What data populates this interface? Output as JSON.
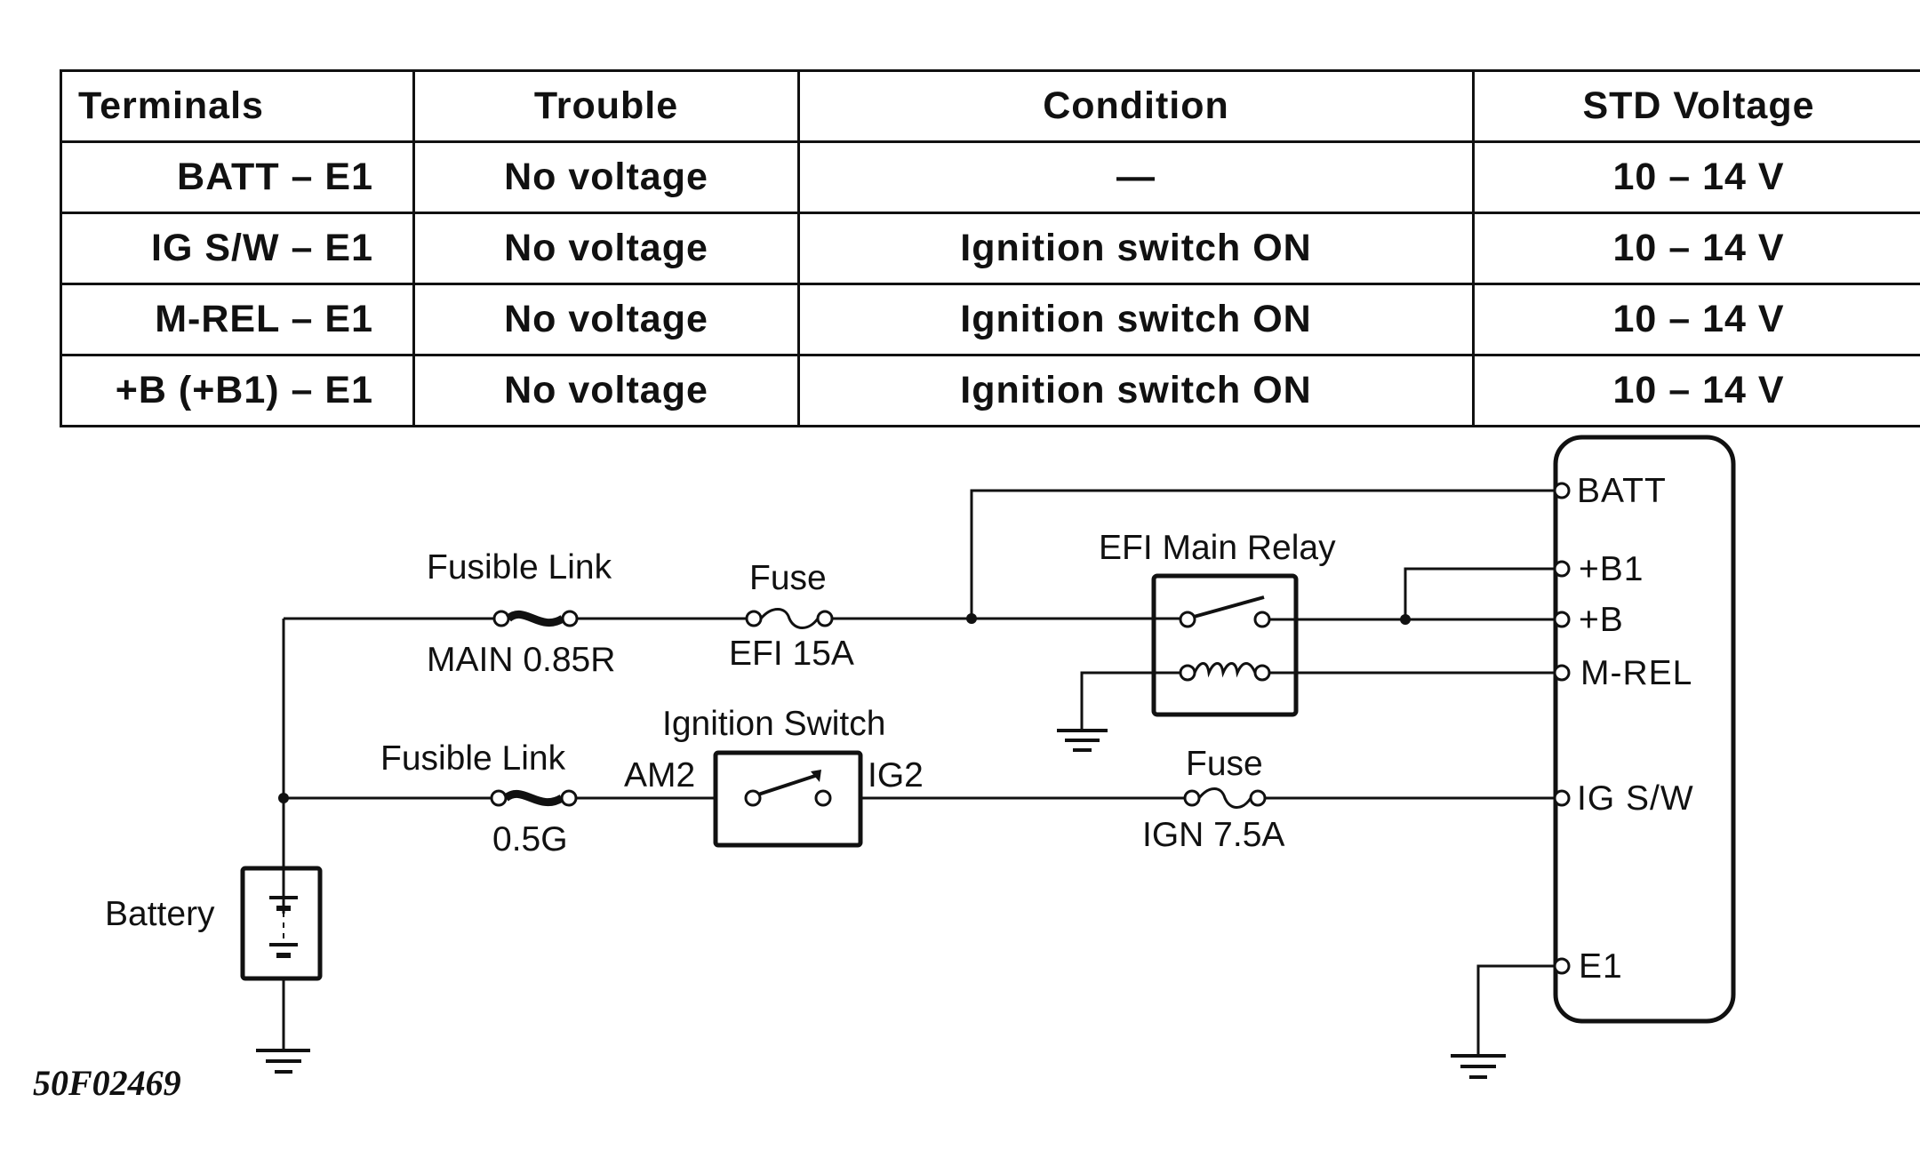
{
  "table": {
    "headers": [
      "Terminals",
      "Trouble",
      "Condition",
      "STD Voltage"
    ],
    "rows": [
      [
        "BATT – E1",
        "No voltage",
        "—",
        "10 – 14 V"
      ],
      [
        "IG S/W – E1",
        "No voltage",
        "Ignition switch ON",
        "10 – 14 V"
      ],
      [
        "M-REL – E1",
        "No voltage",
        "Ignition switch ON",
        "10 – 14 V"
      ],
      [
        "+B (+B1) – E1",
        "No voltage",
        "Ignition switch ON",
        "10 – 14 V"
      ]
    ]
  },
  "diagram": {
    "fusible_link_1": {
      "title": "Fusible Link",
      "value": "MAIN 0.85R"
    },
    "fuse_1": {
      "title": "Fuse",
      "value": "EFI 15A"
    },
    "relay": {
      "title": "EFI Main Relay"
    },
    "fusible_link_2": {
      "title": "Fusible Link",
      "value": "0.5G"
    },
    "ignition_switch": {
      "title": "Ignition Switch",
      "left_terminal": "AM2",
      "right_terminal": "IG2"
    },
    "fuse_2": {
      "title": "Fuse",
      "value": "IGN 7.5A"
    },
    "battery": {
      "label": "Battery"
    },
    "ecu_pins": {
      "batt": "BATT",
      "b1": "+B1",
      "b": "+B",
      "mrel": "M-REL",
      "igsw": "IG S/W",
      "e1": "E1"
    },
    "figure_code": "50F02469"
  }
}
